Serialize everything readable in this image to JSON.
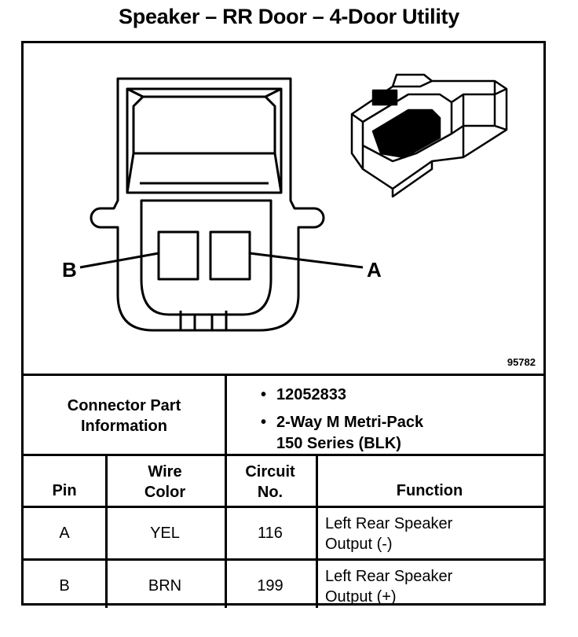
{
  "title": "Speaker – RR Door – 4-Door Utility",
  "figure": {
    "pin_labels": {
      "left": "B",
      "right": "A"
    },
    "figure_number": "95782"
  },
  "connector_info": {
    "label_line1": "Connector Part",
    "label_line2": "Information",
    "part_number": "12052833",
    "description_line1": "2-Way M Metri-Pack",
    "description_line2": "150 Series (BLK)"
  },
  "table": {
    "headers": {
      "pin": "Pin",
      "wire_color_line1": "Wire",
      "wire_color_line2": "Color",
      "circuit_line1": "Circuit",
      "circuit_line2": "No.",
      "function": "Function"
    },
    "rows": [
      {
        "pin": "A",
        "wire_color": "YEL",
        "circuit": "116",
        "function_line1": "Left Rear Speaker",
        "function_line2": "Output (-)"
      },
      {
        "pin": "B",
        "wire_color": "BRN",
        "circuit": "199",
        "function_line1": "Left Rear Speaker",
        "function_line2": "Output (+)"
      }
    ]
  }
}
